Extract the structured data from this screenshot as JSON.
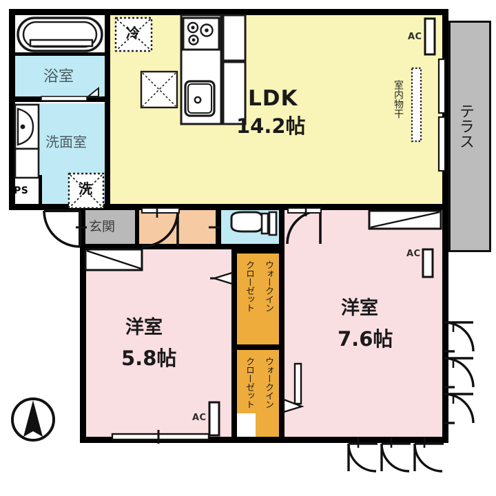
{
  "plan": {
    "title": "間取り図",
    "rooms": [
      {
        "id": "ldk",
        "name": "LDK",
        "size": "14.2帖",
        "color": "#f9f5b8"
      },
      {
        "id": "bath",
        "name": "浴室",
        "color": "#bfeaf5"
      },
      {
        "id": "washroom",
        "name": "洗面室",
        "color": "#bfeaf5"
      },
      {
        "id": "toilet",
        "name": "",
        "color": "#bfeaf5"
      },
      {
        "id": "entrance",
        "name": "玄関",
        "color": "#b9b9b9"
      },
      {
        "id": "bedroom_left",
        "name": "洋室",
        "size": "5.8帖",
        "color": "#fadfe2"
      },
      {
        "id": "bedroom_right",
        "name": "洋室",
        "size": "7.6帖",
        "color": "#fadfe2"
      },
      {
        "id": "wic_upper",
        "name": "ウォークインクローゼット",
        "color": "#eeac3c"
      },
      {
        "id": "wic_lower",
        "name": "ウォークインクローゼット",
        "color": "#eeac3c"
      },
      {
        "id": "terrace",
        "name": "テラス",
        "color": "#bcbcbc"
      }
    ],
    "labels": {
      "ldk": "LDK",
      "ldk_size": "14.2帖",
      "bath": "浴室",
      "washroom": "洗面室",
      "entrance": "玄関",
      "bedroom_left": "洋室",
      "bedroom_left_size": "5.8帖",
      "bedroom_right": "洋室",
      "bedroom_right_size": "7.6帖",
      "wic_upper_line1": "ウォークイン",
      "wic_upper_line2": "クローゼット",
      "wic_lower_line1": "ウォークイン",
      "wic_lower_line2": "クローゼット",
      "terrace": "テラス",
      "indoor_dry": "室内物干",
      "ps": "PS",
      "ac_ldk": "AC",
      "ac_bedroom_right": "AC",
      "ac_bedroom_left": "AC",
      "fridge": "冷",
      "washer": "洗"
    },
    "colors": {
      "ldk": "#f9f5b8",
      "water": "#bfeaf5",
      "bedroom": "#fadfe2",
      "closet": "#eeac3c",
      "terrace": "#bcbcbc",
      "entrance": "#b9b9b9",
      "hall": "#f6caa2",
      "wall": "#000000"
    },
    "compass": {
      "name": "north-arrow",
      "direction": "N"
    }
  }
}
